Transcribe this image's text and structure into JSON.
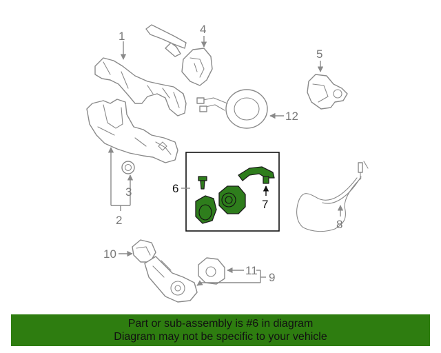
{
  "callouts": {
    "c1": "1",
    "c2": "2",
    "c3": "3",
    "c4": "4",
    "c5": "5",
    "c6": "6",
    "c7": "7",
    "c8": "8",
    "c9": "9",
    "c10": "10",
    "c11": "11",
    "c12": "12"
  },
  "banner": {
    "line1": "Part or sub-assembly is #6 in diagram",
    "line2": "Diagram may not be specific to your vehicle"
  },
  "colors": {
    "highlight": "#2e7d1c",
    "banner_background": "#2e7d10",
    "line_gray": "#8a8a8a"
  }
}
